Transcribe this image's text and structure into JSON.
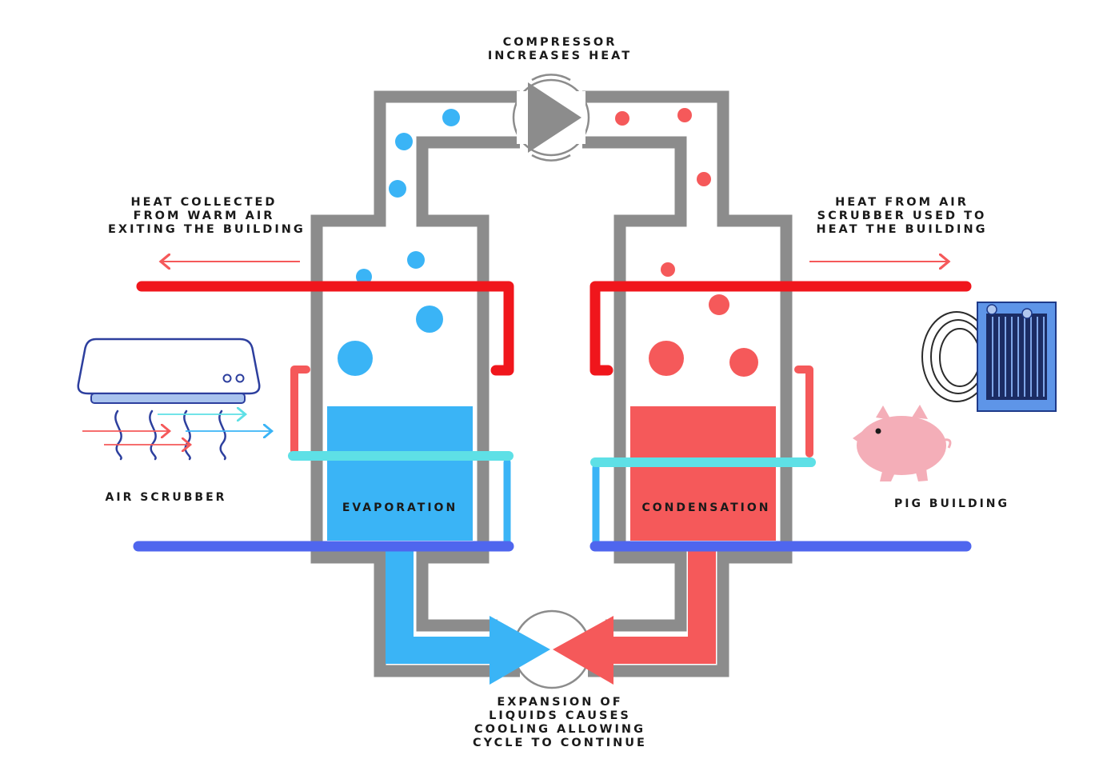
{
  "labels": {
    "compressor": [
      "COMPRESSOR",
      "INCREASES HEAT"
    ],
    "heat_collected": [
      "HEAT COLLECTED",
      "FROM WARM AIR",
      "EXITING THE BUILDING"
    ],
    "heat_from_scrubber": [
      "HEAT FROM AIR",
      "SCRUBBER USED TO",
      "HEAT THE BUILDING"
    ],
    "air_scrubber": "AIR SCRUBBER",
    "evaporation": "EVAPORATION",
    "condensation": "CONDENSATION",
    "pig_building": "PIG BUILDING",
    "expansion": [
      "EXPANSION OF",
      "LIQUIDS CAUSES",
      "COOLING ALLOWING",
      "CYCLE TO CONTINUE"
    ]
  },
  "colors": {
    "frame": "#8c8c8c",
    "cold": "#3ab4f6",
    "hot": "#f5595a",
    "hot_pipe": "#f0161c",
    "cool_loop": "#5ee0e6",
    "return_pipe": "#4f66ee",
    "text": "#1a1a1a"
  }
}
